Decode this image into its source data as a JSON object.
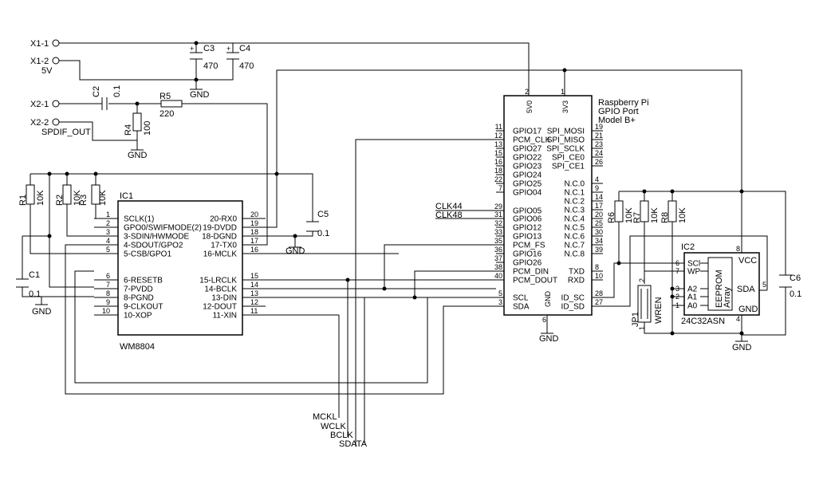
{
  "connectors": [
    {
      "id": "x1_1",
      "label": "X1-1"
    },
    {
      "id": "x1_2",
      "label": "X1-2"
    },
    {
      "id": "x2_1",
      "label": "X2-1"
    },
    {
      "id": "x2_2",
      "label": "X2-2"
    }
  ],
  "net_labels": {
    "v5": "5V",
    "spdif": "SPDIF_OUT",
    "clk44": "CLK44",
    "clk48": "CLK48",
    "mckl": "MCKL",
    "wclk": "WCLK",
    "bclk": "BCLK",
    "sdata": "SDATA",
    "gnd": "GND"
  },
  "components": {
    "c1": {
      "name": "C1",
      "value": "0.1"
    },
    "c2": {
      "name": "C2",
      "value": "0.1"
    },
    "c3": {
      "name": "C3",
      "value": "470"
    },
    "c4": {
      "name": "C4",
      "value": "470"
    },
    "c5": {
      "name": "C5",
      "value": "0.1"
    },
    "c6": {
      "name": "C6",
      "value": "0.1"
    },
    "r1": {
      "name": "R1",
      "value": "10K"
    },
    "r2": {
      "name": "R2",
      "value": "10K"
    },
    "r3": {
      "name": "R3",
      "value": "10K"
    },
    "r4": {
      "name": "R4",
      "value": "100"
    },
    "r5": {
      "name": "R5",
      "value": "220"
    },
    "r6": {
      "name": "R6",
      "value": "10K"
    },
    "r7": {
      "name": "R7",
      "value": "10K"
    },
    "r8": {
      "name": "R8",
      "value": "10K"
    },
    "jp1": {
      "name": "JP1",
      "value": "WREN",
      "pins": [
        "1",
        "2"
      ]
    }
  },
  "ic1": {
    "name": "IC1",
    "part": "WM8804",
    "left_pins": [
      {
        "num": "1",
        "name": "SCLK(1)"
      },
      {
        "num": "2",
        "name": "GPO0/SWIFMODE(2)"
      },
      {
        "num": "3",
        "name": "3-SDIN/HWMODE"
      },
      {
        "num": "4",
        "name": "4-SDOUT/GPO2"
      },
      {
        "num": "5",
        "name": "5-CSB/GPO1"
      },
      {
        "num": "6",
        "name": "6-RESETB"
      },
      {
        "num": "7",
        "name": "7-PVDD"
      },
      {
        "num": "8",
        "name": "8-PGND"
      },
      {
        "num": "9",
        "name": "9-CLKOUT"
      },
      {
        "num": "10",
        "name": "10-XOP"
      }
    ],
    "right_pins": [
      {
        "num": "20",
        "name": "20-RX0"
      },
      {
        "num": "19",
        "name": "19-DVDD"
      },
      {
        "num": "18",
        "name": "18-DGND"
      },
      {
        "num": "17",
        "name": "17-TX0"
      },
      {
        "num": "16",
        "name": "16-MCLK"
      },
      {
        "num": "15",
        "name": "15-LRCLK"
      },
      {
        "num": "14",
        "name": "14-BCLK"
      },
      {
        "num": "13",
        "name": "13-DIN"
      },
      {
        "num": "12",
        "name": "12-DOUT"
      },
      {
        "num": "11",
        "name": "11-XIN"
      }
    ]
  },
  "rpi": {
    "title_lines": [
      "Raspberry Pi",
      "GPIO Port",
      "Model B+"
    ],
    "top_pins": [
      {
        "num": "2",
        "name": "5V0"
      },
      {
        "num": "1",
        "name": "3V3"
      }
    ],
    "left_pins": [
      {
        "num": "11",
        "name": "GPIO17"
      },
      {
        "num": "12",
        "name": "PCM_CLK"
      },
      {
        "num": "13",
        "name": "GPIO27"
      },
      {
        "num": "15",
        "name": "GPIO22"
      },
      {
        "num": "16",
        "name": "GPIO23"
      },
      {
        "num": "18",
        "name": "GPIO24"
      },
      {
        "num": "22",
        "name": "GPIO25"
      },
      {
        "num": "7",
        "name": "GPIO04"
      },
      {
        "num": "29",
        "name": "GPIO05"
      },
      {
        "num": "31",
        "name": "GPIO06"
      },
      {
        "num": "32",
        "name": "GPIO12"
      },
      {
        "num": "33",
        "name": "GPIO13"
      },
      {
        "num": "35",
        "name": "PCM_FS"
      },
      {
        "num": "36",
        "name": "GPIO16"
      },
      {
        "num": "37",
        "name": "GPIO26"
      },
      {
        "num": "38",
        "name": "PCM_DIN"
      },
      {
        "num": "40",
        "name": "PCM_DOUT"
      },
      {
        "num": "5",
        "name": "SCL"
      },
      {
        "num": "3",
        "name": "SDA"
      }
    ],
    "right_pins": [
      {
        "num": "19",
        "name": "SPI_MOSI"
      },
      {
        "num": "21",
        "name": "SPI_MISO"
      },
      {
        "num": "23",
        "name": "SPI_SCLK"
      },
      {
        "num": "24",
        "name": "SPI_CE0"
      },
      {
        "num": "26",
        "name": "SPI_CE1"
      },
      {
        "num": "4",
        "name": "N.C.0"
      },
      {
        "num": "9",
        "name": "N.C.1"
      },
      {
        "num": "14",
        "name": "N.C.2"
      },
      {
        "num": "17",
        "name": "N.C.3"
      },
      {
        "num": "20",
        "name": "N.C.4"
      },
      {
        "num": "25",
        "name": "N.C.5"
      },
      {
        "num": "30",
        "name": "N.C.6"
      },
      {
        "num": "34",
        "name": "N.C.7"
      },
      {
        "num": "39",
        "name": "N.C.8"
      },
      {
        "num": "8",
        "name": "TXD"
      },
      {
        "num": "10",
        "name": "RXD"
      },
      {
        "num": "28",
        "name": "ID_SC"
      },
      {
        "num": "27",
        "name": "ID_SD"
      }
    ],
    "gnd_pin": {
      "num": "6",
      "name": "GND"
    }
  },
  "ic2": {
    "name": "IC2",
    "part": "24C32ASN",
    "vcc": {
      "num": "8",
      "name": "VCC"
    },
    "gnd": {
      "num": "4",
      "name": "GND"
    },
    "left_pins": [
      {
        "num": "6",
        "name": "SCl"
      },
      {
        "num": "7",
        "name": "WP"
      },
      {
        "num": "3",
        "name": "A2"
      },
      {
        "num": "2",
        "name": "A1"
      },
      {
        "num": "1",
        "name": "A0"
      }
    ],
    "right_pin": {
      "num": "5",
      "name": "SDA"
    },
    "array_label": [
      "EEPROM",
      "Array"
    ]
  }
}
